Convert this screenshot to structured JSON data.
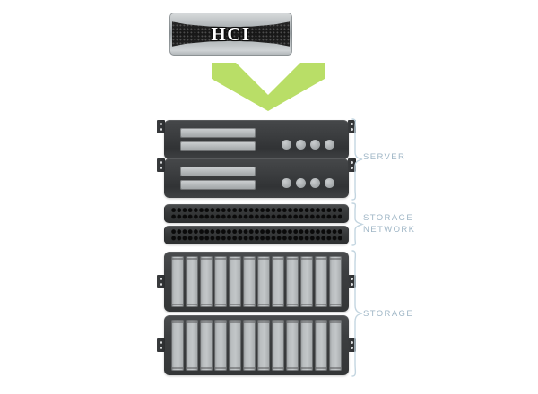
{
  "diagram": {
    "title": "HCI",
    "background_color": "#ffffff",
    "accent_green": "#b9de67",
    "label_color": "#9fb6c6",
    "chassis_dark": "#3b3d3f",
    "chassis_light": "#bfc3c5"
  },
  "appliance": {
    "name": "HCI",
    "label": "HCI",
    "description": "hyper-converged appliance"
  },
  "arrow": {
    "name": "down-chevron",
    "color": "#b9de67",
    "direction": "down"
  },
  "groups": [
    {
      "id": "server",
      "label": "SERVER",
      "device_count": 2,
      "devices": [
        {
          "type": "server",
          "drive_bays": 2,
          "indicator_lights": 4
        },
        {
          "type": "server",
          "drive_bays": 2,
          "indicator_lights": 4
        }
      ]
    },
    {
      "id": "storage-network",
      "label": "STORAGE\nNETWORK",
      "device_count": 2,
      "devices": [
        {
          "type": "switch",
          "port_rows": 2,
          "ports_per_row": 30
        },
        {
          "type": "switch",
          "port_rows": 2,
          "ports_per_row": 30
        }
      ]
    },
    {
      "id": "storage",
      "label": "STORAGE",
      "device_count": 2,
      "devices": [
        {
          "type": "storage-array",
          "drive_bays": 12
        },
        {
          "type": "storage-array",
          "drive_bays": 12
        }
      ]
    }
  ]
}
